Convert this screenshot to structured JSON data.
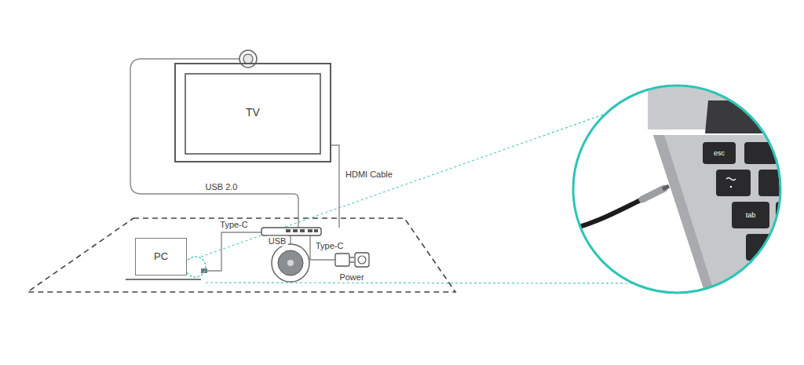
{
  "diagram": {
    "nodes": [
      {
        "text": [
          "TV"
        ]
      },
      {
        "text": [
          "PC"
        ]
      },
      {
        "text": [
          "Power"
        ]
      }
    ],
    "labels": [
      "USB 2.0",
      "HDMI Cable",
      "Type-C",
      "USB",
      "Type-C",
      "esc",
      "tab"
    ]
  }
}
